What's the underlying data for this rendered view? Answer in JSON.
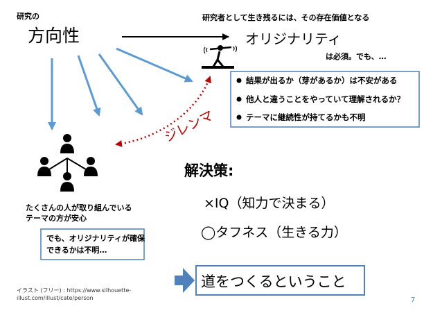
{
  "slide": {
    "label_kenkyu": "研究の",
    "title_direction": "方向性",
    "top_caption": "研究者として生き残るには、その存在価値となる",
    "originality": "オリジナリティ",
    "must": "は必須。でも、…",
    "bullets": [
      "結果が出るか（芽があるか）は不安がある",
      "他人と違うことをやっていて理解されるか？",
      "テーマに継続性が持てるかも不明"
    ],
    "dilemma": "ジレンマ",
    "crowd_text": [
      "たくさんの人が取り組んでいる",
      "テーマの方が安心"
    ],
    "note": [
      "でも、オリジナリティが確保",
      "できるかは不明…"
    ],
    "solution_title": "解決策:",
    "option_iq": "×IQ（知力で決まる）",
    "option_tough": "◯タフネス（生きる力）",
    "answer": "道をつくるということ",
    "credit": [
      "イラスト (フリー) : https://www.silhouette-",
      "illust.com/illust/cate/person"
    ],
    "page_number": "7"
  },
  "colors": {
    "arrow_blue": "#5b9bd5",
    "box_border": "#4a7ebb",
    "dilemma_red": "#c00000",
    "dilemma_arrow": "#c00000",
    "answer_border": "#4f81bd",
    "arrow_fill": "#4f81bd"
  },
  "icons": [
    "people-network-icon",
    "tightrope-walker-icon",
    "bullet-dot-icon",
    "right-arrow-icon"
  ]
}
